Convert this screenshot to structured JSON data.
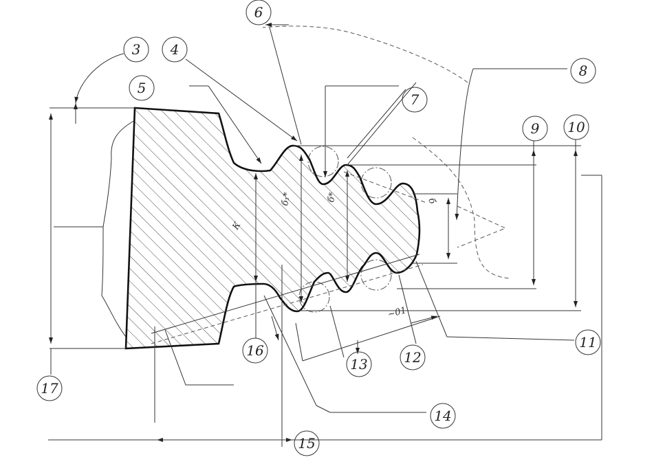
{
  "drawing": {
    "callouts": [
      "3",
      "4",
      "5",
      "6",
      "7",
      "8",
      "9",
      "10",
      "11",
      "12",
      "13",
      "14",
      "15",
      "16",
      "17"
    ],
    "dimension_marks": [
      "б₁*",
      "б*",
      "б",
      "К",
      "~01"
    ],
    "colors": {
      "ink": "#111111",
      "paper": "#ffffff"
    }
  }
}
